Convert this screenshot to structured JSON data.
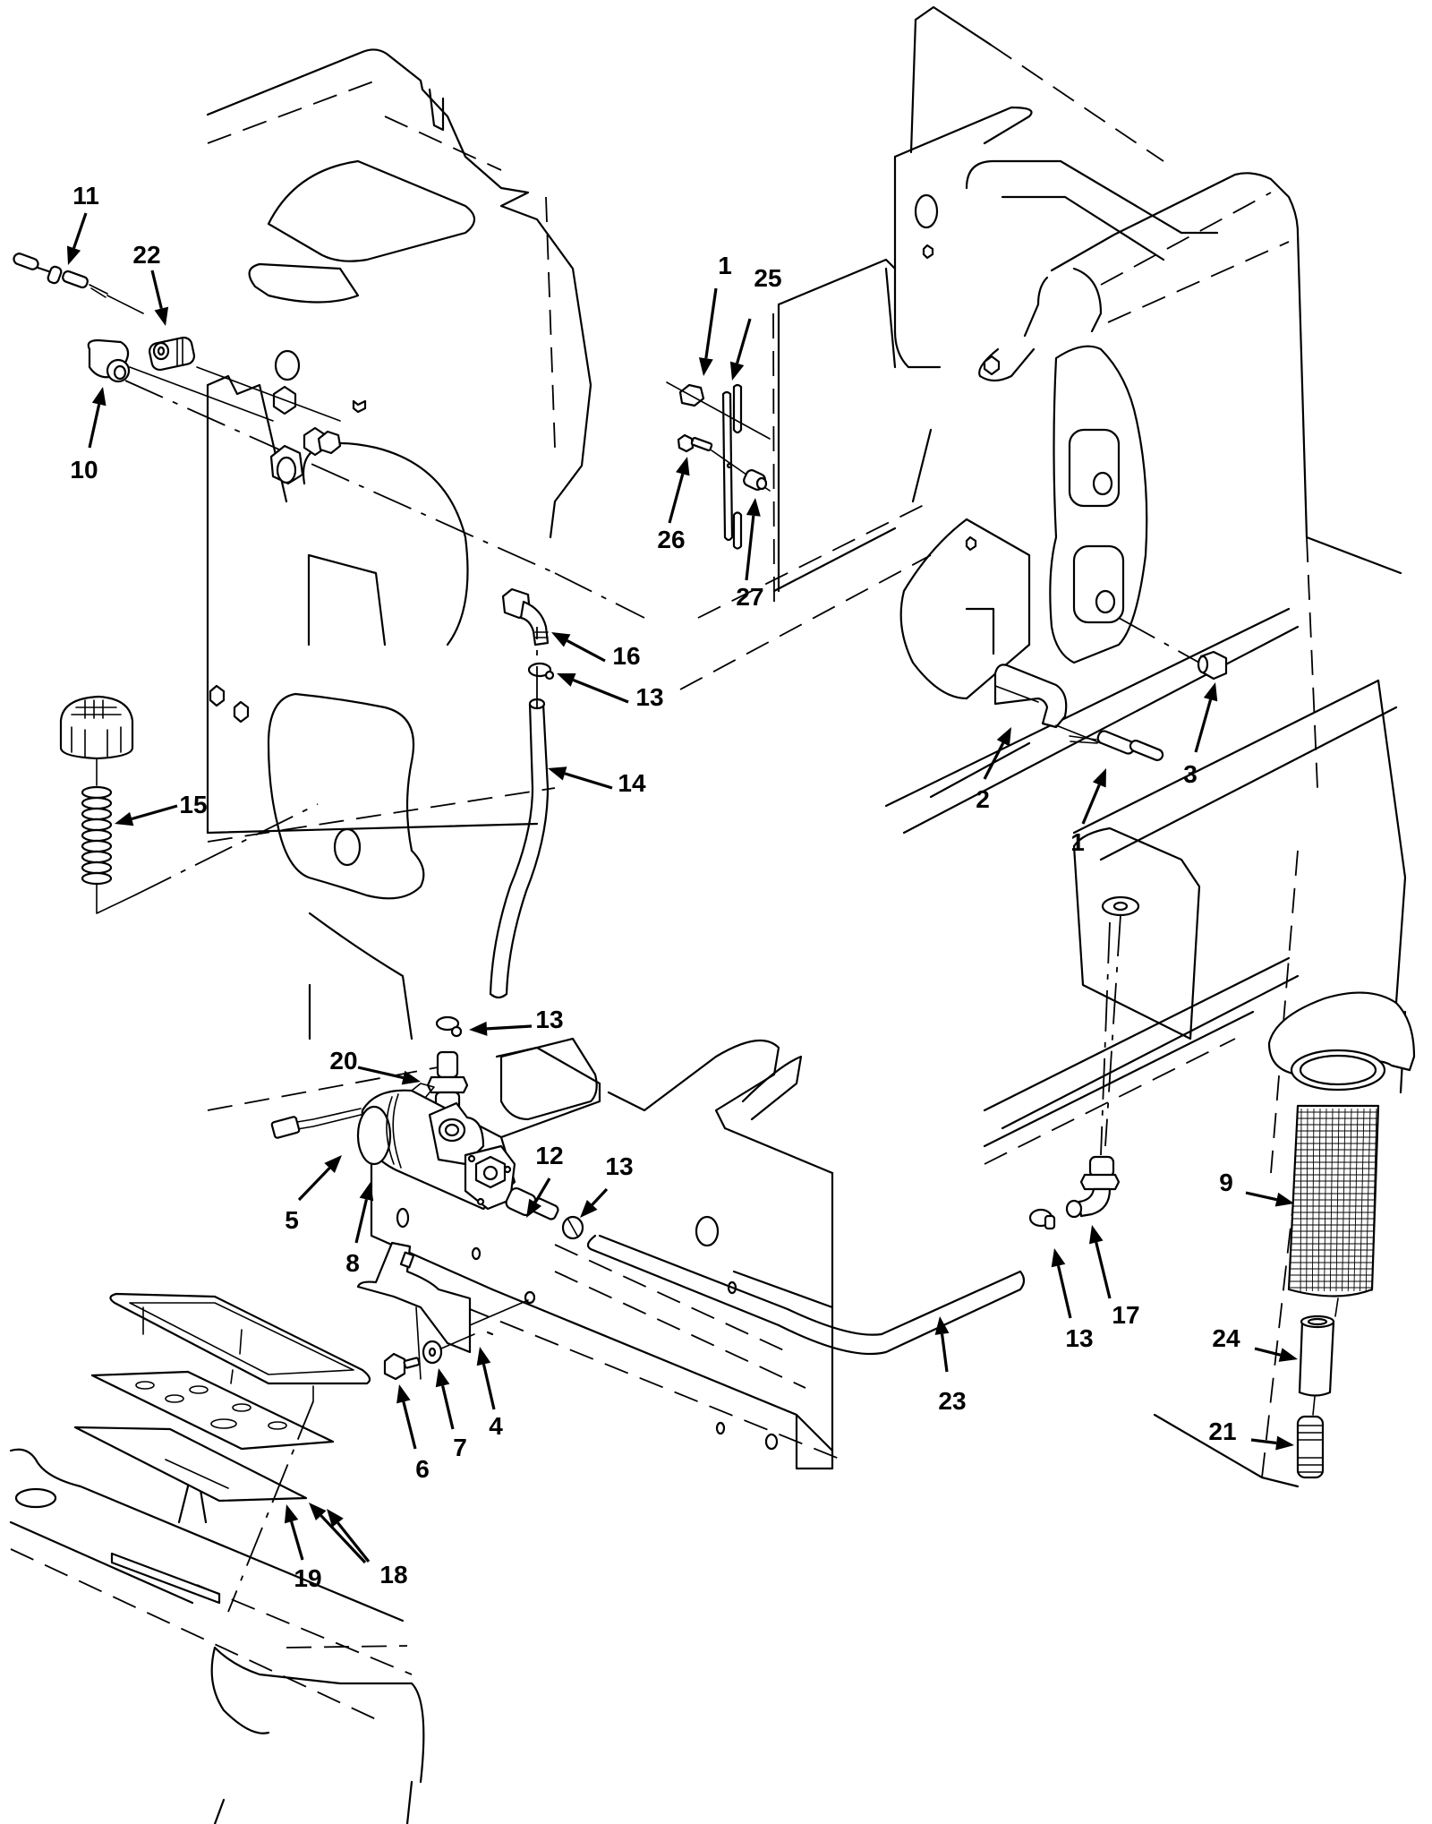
{
  "diagram": {
    "type": "exploded-parts-diagram",
    "callouts": [
      {
        "id": "c11",
        "label": "11",
        "part": "sensor-connector"
      },
      {
        "id": "c22",
        "label": "22",
        "part": "fitting"
      },
      {
        "id": "c10",
        "label": "10",
        "part": "elbow-cap"
      },
      {
        "id": "c1a",
        "label": "1",
        "part": "nut"
      },
      {
        "id": "c25",
        "label": "25",
        "part": "bracket-strap"
      },
      {
        "id": "c26",
        "label": "26",
        "part": "screw"
      },
      {
        "id": "c27",
        "label": "27",
        "part": "spacer"
      },
      {
        "id": "c16",
        "label": "16",
        "part": "elbow-fitting"
      },
      {
        "id": "c13a",
        "label": "13",
        "part": "hose-clamp"
      },
      {
        "id": "c14",
        "label": "14",
        "part": "hose"
      },
      {
        "id": "c15",
        "label": "15",
        "part": "filter-cap-and-spring"
      },
      {
        "id": "c2",
        "label": "2",
        "part": "cover"
      },
      {
        "id": "c1b",
        "label": "1",
        "part": "sensor"
      },
      {
        "id": "c3",
        "label": "3",
        "part": "plug"
      },
      {
        "id": "c13b",
        "label": "13",
        "part": "hose-clamp"
      },
      {
        "id": "c20",
        "label": "20",
        "part": "nipple-fitting"
      },
      {
        "id": "c5",
        "label": "5",
        "part": "pump-connector"
      },
      {
        "id": "c8",
        "label": "8",
        "part": "pump"
      },
      {
        "id": "c12",
        "label": "12",
        "part": "barb-fitting"
      },
      {
        "id": "c13c",
        "label": "13",
        "part": "hose-clamp"
      },
      {
        "id": "c9",
        "label": "9",
        "part": "strainer"
      },
      {
        "id": "c17",
        "label": "17",
        "part": "elbow"
      },
      {
        "id": "c13d",
        "label": "13",
        "part": "hose-clamp"
      },
      {
        "id": "c24",
        "label": "24",
        "part": "coupling"
      },
      {
        "id": "c23",
        "label": "23",
        "part": "hose"
      },
      {
        "id": "c21",
        "label": "21",
        "part": "nipple"
      },
      {
        "id": "c6",
        "label": "6",
        "part": "bolt"
      },
      {
        "id": "c7",
        "label": "7",
        "part": "washer"
      },
      {
        "id": "c4",
        "label": "4",
        "part": "bracket"
      },
      {
        "id": "c18",
        "label": "18",
        "part": "bezel-and-panel"
      },
      {
        "id": "c19",
        "label": "19",
        "part": "gasket"
      }
    ]
  }
}
